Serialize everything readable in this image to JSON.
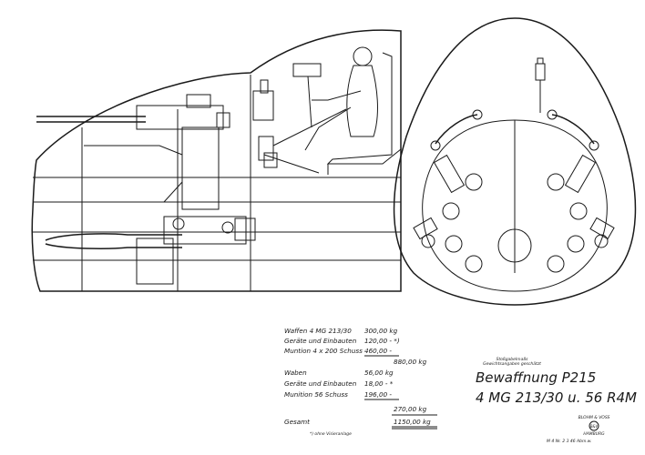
{
  "title": {
    "line1": "Bewaffnung P215",
    "line2": "4 MG 213/30 u. 56 R4M"
  },
  "company": {
    "header": "Stoßgabelmaßs",
    "subheader": "Gewichtsangaben geschätzt",
    "name": "BLOHM & VOSS",
    "logo_text": "B&V",
    "city": "HAMBURG"
  },
  "weights": {
    "rows": [
      {
        "label": "Waffen 4 MG 213/30",
        "value": "300,00 kg"
      },
      {
        "label": "Geräte und Einbauten",
        "value": "120,00 - *)"
      },
      {
        "label": "Muntion 4 x 200 Schuss",
        "value": "460,00 -"
      },
      {
        "label": "",
        "value": "880,00 kg"
      },
      {
        "label": "Waben",
        "value": "56,00 kg"
      },
      {
        "label": "Geräte und Einbauten",
        "value": "18,00 - *"
      },
      {
        "label": "Munition 56 Schuss",
        "value": "196,00 -"
      },
      {
        "label": "",
        "value": "270,00 kg"
      },
      {
        "label": "Gesamt",
        "value": "1150,00 kg"
      }
    ],
    "footnote": "*) ohne Visieranlage"
  },
  "drawing_number": "M 4 Nr. 2 3 46  Abm.w."
}
